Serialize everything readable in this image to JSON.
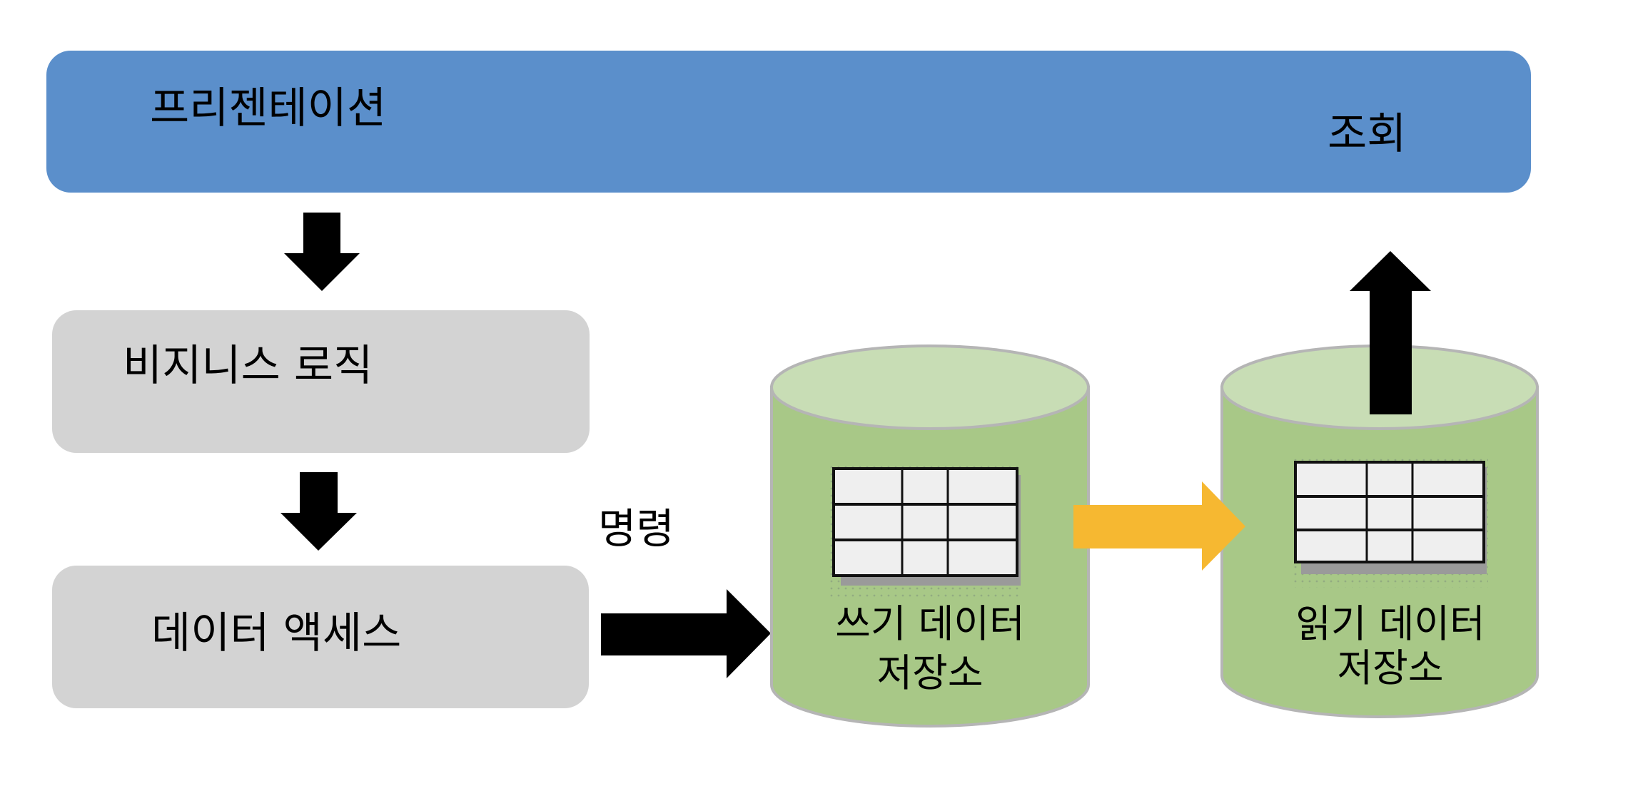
{
  "layers": {
    "presentation": "프리젠테이션",
    "query": "조회",
    "business": "비지니스 로직",
    "data_access": "데이터 액세스",
    "command": "명령"
  },
  "stores": {
    "write": [
      "쓰기 데이터",
      "저장소"
    ],
    "read": [
      "읽기 데이터",
      "저장소"
    ]
  },
  "colors": {
    "presentation": "#5b8fcb",
    "layer_box": "#d3d3d3",
    "cylinder_body": "#a8c887",
    "cylinder_top": "#c8ddb5",
    "sync_arrow": "#f6b831",
    "arrow": "#000000"
  }
}
